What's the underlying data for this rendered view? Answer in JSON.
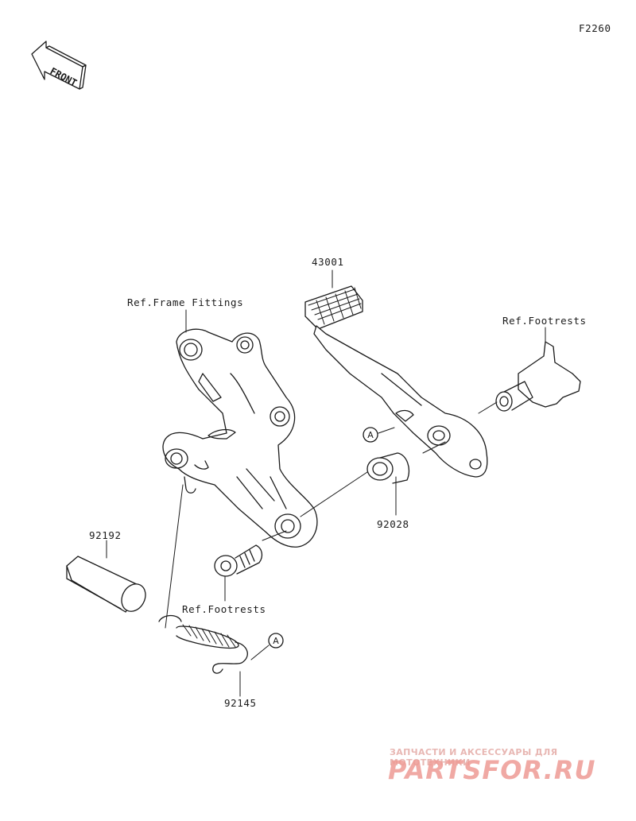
{
  "figure_code": "F2260",
  "front_label": "FRONT",
  "callouts": {
    "p43001": "43001",
    "ref_frame": "Ref.Frame Fittings",
    "ref_footrests_top": "Ref.Footrests",
    "p92028": "92028",
    "p92192": "92192",
    "ref_footrests_bottom": "Ref.Footrests",
    "p92145": "92145",
    "marker_a": "A"
  },
  "watermark": {
    "tagline": "ЗАПЧАСТИ И АКСЕССУАРЫ ДЛЯ МОТОТЕХНИКИ",
    "logo": "PARTSFOR.RU"
  }
}
